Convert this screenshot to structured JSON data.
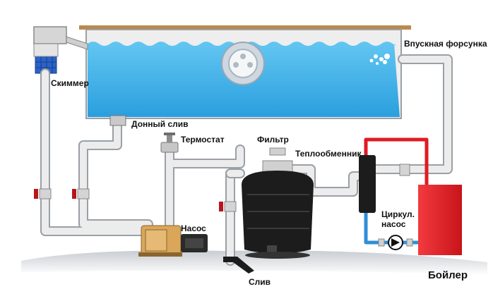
{
  "labels": {
    "skimmer": "Скиммер",
    "bottom_drain": "Донный слив",
    "thermostat": "Термостат",
    "filter": "Фильтр",
    "heat_exchanger": "Теплообменник",
    "inlet_nozzle": "Впускная форсунка",
    "circ_pump_line1": "Циркул.",
    "circ_pump_line2": "насос",
    "pump": "Насос",
    "drain": "Слив",
    "boiler": "Бойлер"
  },
  "colors": {
    "water": "#3aaee6",
    "pipe": "#e2e2e2",
    "hot_pipe": "#e01b24",
    "cold_pipe": "#2f8fd8",
    "boiler": "#e31e24",
    "valve": "#b8151b",
    "filter_tank": "#1c1c1c",
    "pump_body": "#d9a65a",
    "deck": "#b88a4e"
  }
}
